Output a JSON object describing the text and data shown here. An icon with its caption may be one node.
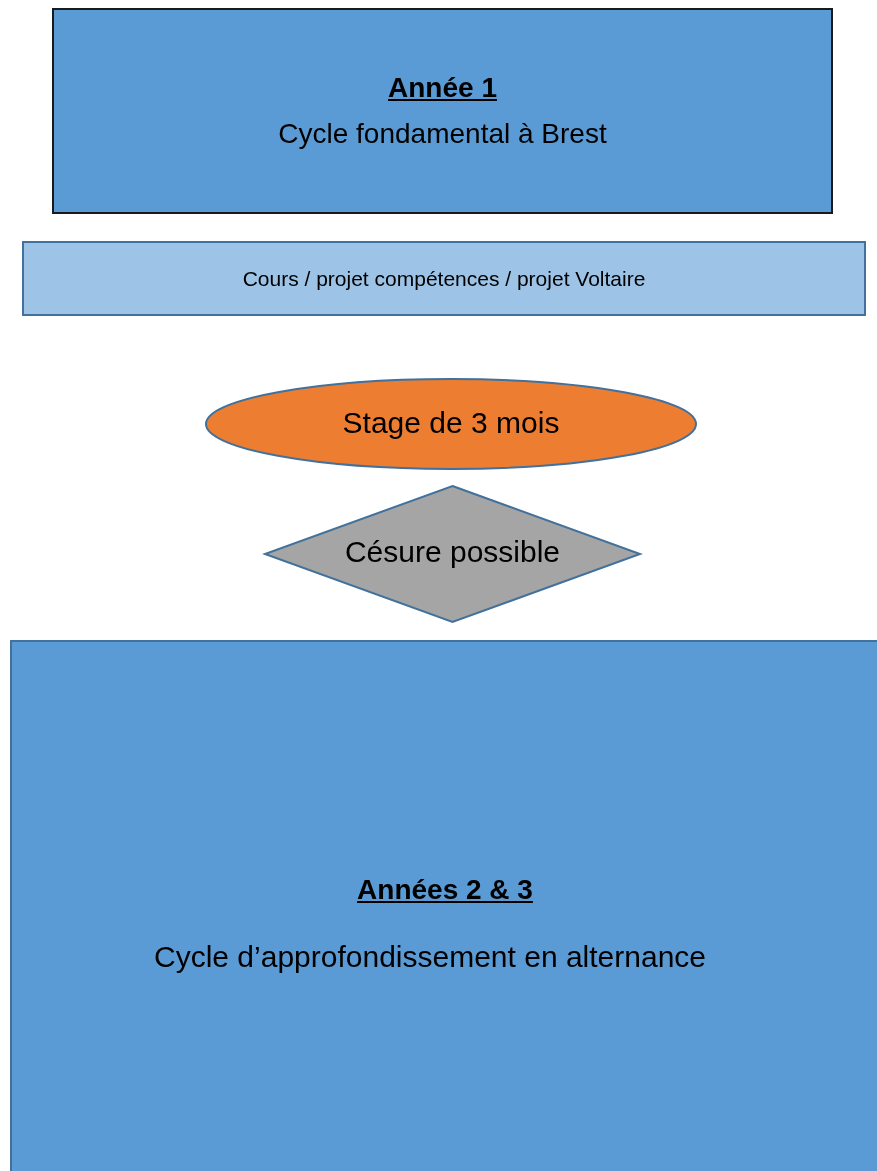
{
  "diagram": {
    "nodes": [
      {
        "text": [
          "Année 1",
          "Cycle fondamental à Brest"
        ]
      },
      {
        "text": [
          "Cours / projet compétences / projet Voltaire"
        ]
      },
      {
        "text": [
          "Stage de 3 mois"
        ]
      },
      {
        "text": [
          "Césure possible"
        ]
      },
      {
        "text": [
          "Années 2 & 3",
          "Cycle d’approfondissement en alternance"
        ]
      }
    ]
  }
}
